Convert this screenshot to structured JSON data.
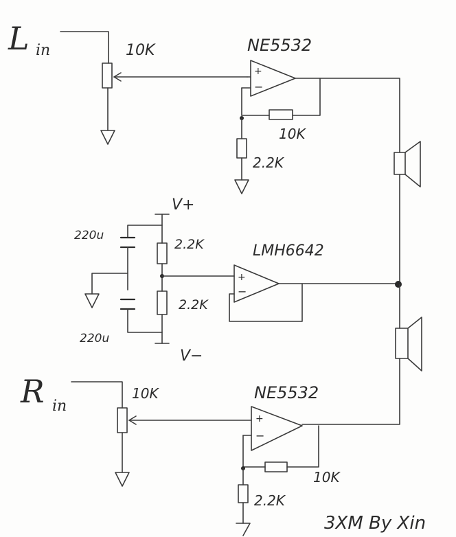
{
  "inputs": {
    "left": {
      "letter": "L",
      "sub": "in"
    },
    "right": {
      "letter": "R",
      "sub": "in"
    }
  },
  "labels": {
    "pot_top": "10K",
    "pot_bottom": "10K",
    "opamp_top": "NE5532",
    "opamp_bottom": "NE5532",
    "opamp_mid": "LMH6642",
    "fb_res_top": "10K",
    "gnd_res_top": "2.2K",
    "fb_res_bottom": "10K",
    "gnd_res_bottom": "2.2K",
    "vplus": "V+",
    "vminus": "V−",
    "cap_top": "220u",
    "cap_bottom": "220u",
    "div_res_top": "2.2K",
    "div_res_bottom": "2.2K",
    "opamp_plus": "+",
    "opamp_minus": "−",
    "signature": "3XM  By Xin"
  },
  "colors": {
    "ink": "#2b2b2b",
    "paper": "#fdfdfc"
  }
}
